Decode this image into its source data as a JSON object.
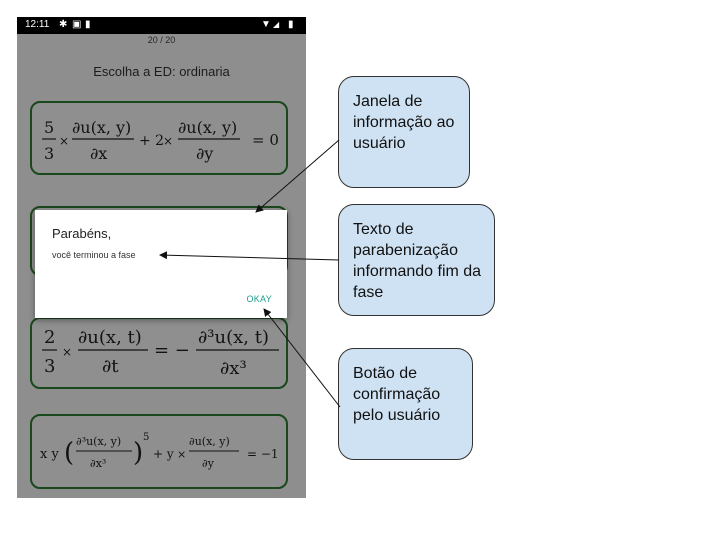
{
  "status_bar": {
    "time": "12:11"
  },
  "game": {
    "counter": "20 / 20",
    "prompt": "Escolha a ED: ordinaria"
  },
  "equations": [
    {
      "id": "eq1",
      "text": "5/3 × ∂u(x, y)/∂x + 2 × ∂u(x, y)/∂y = 0"
    },
    {
      "id": "eq2",
      "text": ""
    },
    {
      "id": "eq3",
      "text": "2/3 × ∂u(x, t)/∂t = − ∂³u(x, t)/∂x³"
    },
    {
      "id": "eq4",
      "text": "x y (∂³u(x, y)/∂x³)⁵ + y × ∂u(x, y)/∂y = −1"
    }
  ],
  "dialog": {
    "title": "Parabéns,",
    "message": "você terminou a fase",
    "ok_label": "OKAY"
  },
  "callouts": {
    "window": "Janela de informação ao usuário",
    "text": "Texto de parabenização informando fim da fase",
    "button": "Botão de confirmação pelo usuário"
  },
  "colors": {
    "card_border": "#2e7d32",
    "ok_button": "#1c9c8c",
    "callout_fill": "#cfe2f3"
  }
}
